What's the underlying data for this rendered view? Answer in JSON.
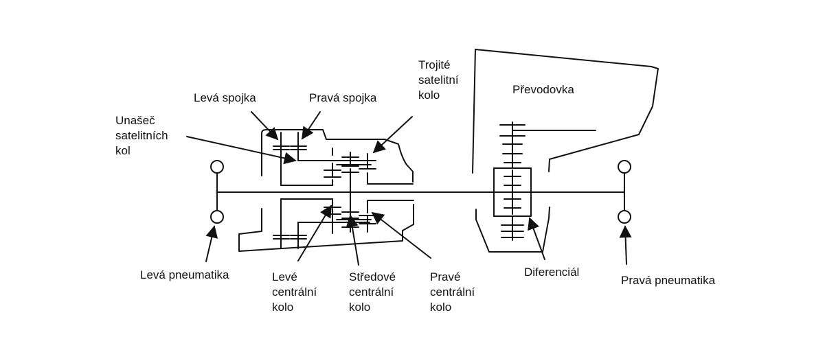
{
  "labels": {
    "leva_spojka": "Levá spojka",
    "prava_spojka": "Pravá spojka",
    "trojite": [
      "Trojité",
      "satelitní",
      "kolo"
    ],
    "prevodovka": "Převodovka",
    "unasec": [
      "Unašeč",
      "satelitních",
      "kol"
    ],
    "leva_pneumatika": "Levá pneumatika",
    "leve_centralni": [
      "Levé",
      "centrální",
      "kolo"
    ],
    "stredove_centralni": [
      "Středové",
      "centrální",
      "kolo"
    ],
    "prave_centralni": [
      "Pravé",
      "centrální",
      "kolo"
    ],
    "diferencial": "Diferenciál",
    "prava_pneumatika": "Pravá pneumatika"
  },
  "colors": {
    "line": "#111111",
    "background": "#ffffff"
  }
}
